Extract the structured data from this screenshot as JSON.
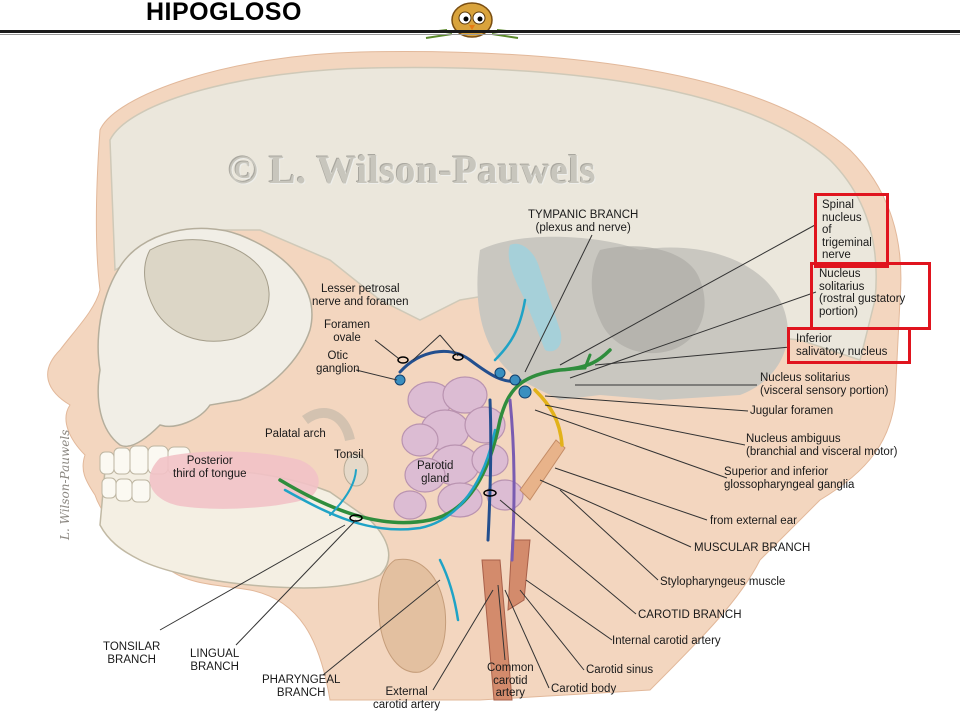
{
  "title": "HIPOGLOSO",
  "watermark": "© L. Wilson-Pauwels",
  "signature": "L. Wilson-Pauwels",
  "logo": "owl-mascot-icon",
  "colors": {
    "highlight_box": "#e0141e",
    "skin": "#f2d2b8",
    "skull": "#e8e4d8",
    "brain": "#c7c5bd",
    "nerve_green": "#2e8b3c",
    "nerve_blue": "#1f4e8c",
    "nerve_cyan": "#1fa5c9",
    "nerve_purple": "#7b5bb0",
    "nerve_yellow": "#e2b21a",
    "artery": "#c8705a",
    "gland": "#d9b7cf"
  },
  "labels": {
    "spinal_nucleus": [
      "Spinal",
      "nucleus",
      "of",
      "trigeminal",
      "nerve"
    ],
    "nucleus_solitarius_gustatory": [
      "Nucleus",
      "solitarius",
      "(rostral gustatory",
      "portion)"
    ],
    "inferior_salivatory": [
      "Inferior",
      "salivatory nucleus"
    ],
    "tympanic_branch": [
      "TYMPANIC BRANCH",
      "(plexus and nerve)"
    ],
    "lesser_petrosal": [
      "Lesser petrosal",
      "nerve and foramen"
    ],
    "foramen_ovale": [
      "Foramen",
      "ovale"
    ],
    "otic_ganglion": [
      "Otic",
      "ganglion"
    ],
    "nucleus_solitarius_visceral": [
      "Nucleus solitarius",
      "(visceral sensory portion)"
    ],
    "jugular_foramen": [
      "Jugular foramen"
    ],
    "nucleus_ambiguus": [
      "Nucleus ambiguus",
      "(branchial and visceral motor)"
    ],
    "glossopharyngeal_ganglia": [
      "Superior and inferior",
      "glossopharyngeal ganglia"
    ],
    "palatal_arch": [
      "Palatal arch"
    ],
    "posterior_tongue": [
      "Posterior",
      "third of tongue"
    ],
    "tonsil": [
      "Tonsil"
    ],
    "parotid_gland": [
      "Parotid",
      "gland"
    ],
    "from_external_ear": [
      "from external ear"
    ],
    "muscular_branch": [
      "MUSCULAR BRANCH"
    ],
    "stylopharyngeus": [
      "Stylopharyngeus muscle"
    ],
    "carotid_branch": [
      "CAROTID BRANCH"
    ],
    "internal_carotid": [
      "Internal carotid artery"
    ],
    "carotid_sinus": [
      "Carotid sinus"
    ],
    "carotid_body": [
      "Carotid body"
    ],
    "common_carotid": [
      "Common",
      "carotid",
      "artery"
    ],
    "external_carotid": [
      "External",
      "carotid artery"
    ],
    "pharyngeal_branch": [
      "PHARYNGEAL",
      "BRANCH"
    ],
    "lingual_branch": [
      "LINGUAL",
      "BRANCH"
    ],
    "tonsilar_branch": [
      "TONSILAR",
      "BRANCH"
    ]
  }
}
